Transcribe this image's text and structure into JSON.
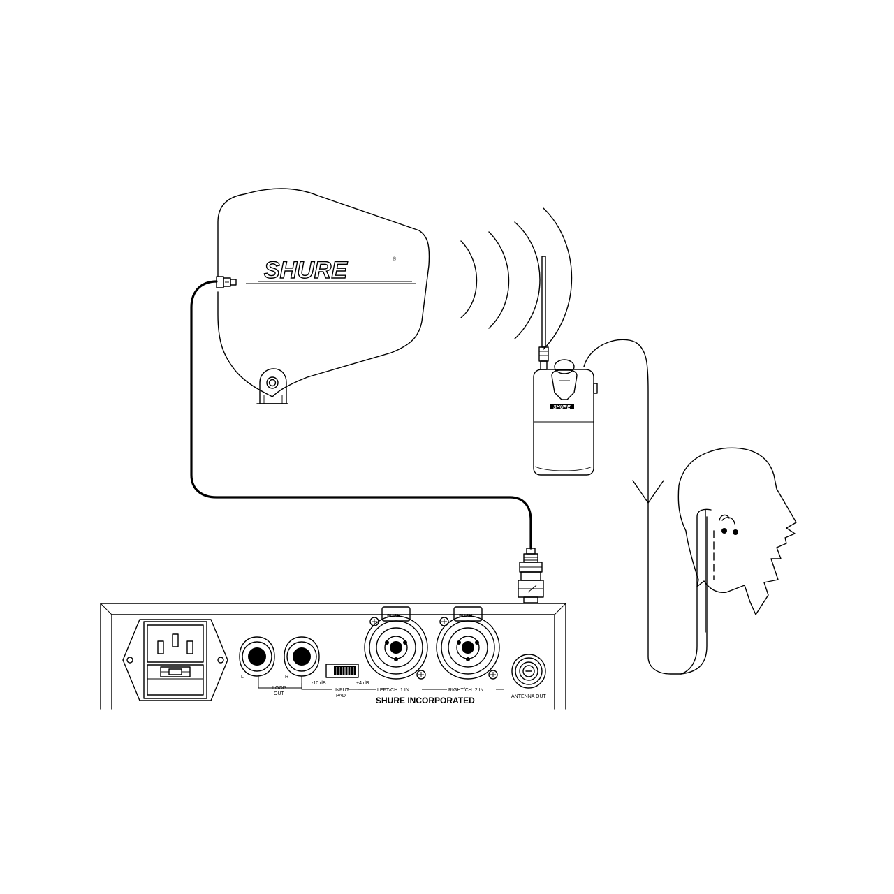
{
  "antenna": {
    "logo_text": "SHURE",
    "registered_mark": "®"
  },
  "bodypack": {
    "logo_text": "SHURE"
  },
  "transmitter": {
    "push_label_1": "PUSH",
    "push_label_2": "PUSH",
    "jack_l": "L",
    "jack_r": "R",
    "loop_out_line1": "LOOP",
    "loop_out_line2": "OUT",
    "pad_minus": "-10 dB",
    "pad_plus": "+4 dB",
    "input_pad_line1": "INPUT",
    "input_pad_line2": "PAD",
    "left_in": "LEFT/CH. 1 IN",
    "right_in": "RIGHT/CH. 2 IN",
    "brand": "SHURE INCORPORATED",
    "antenna_out": "ANTENNA OUT"
  },
  "colors": {
    "line": "#000000",
    "background": "#ffffff"
  }
}
